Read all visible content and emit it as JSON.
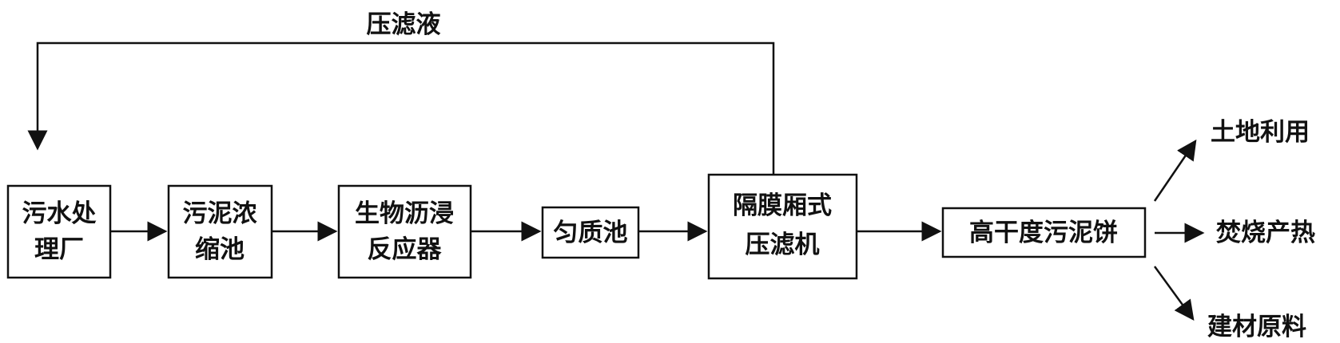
{
  "nodes": [
    {
      "id": "wastewater-plant",
      "lines": [
        "污水处",
        "理厂"
      ]
    },
    {
      "id": "sludge-thickener",
      "lines": [
        "污泥浓",
        "缩池"
      ]
    },
    {
      "id": "bioleaching-reactor",
      "lines": [
        "生物沥浸",
        "反应器"
      ]
    },
    {
      "id": "homogenizing-tank",
      "lines": [
        "匀质池"
      ]
    },
    {
      "id": "membrane-filter-press",
      "lines": [
        "隔膜厢式",
        "压滤机"
      ]
    },
    {
      "id": "high-dryness-sludge-cake",
      "lines": [
        "高干度污泥饼"
      ]
    }
  ],
  "outputs": [
    {
      "id": "land-use",
      "label": "土地利用"
    },
    {
      "id": "incineration-heat",
      "label": "焚烧产热"
    },
    {
      "id": "building-material",
      "label": "建材原料"
    }
  ],
  "feedback": {
    "label": "压滤液"
  },
  "colors": {
    "stroke": "#111111",
    "background": "#ffffff"
  }
}
